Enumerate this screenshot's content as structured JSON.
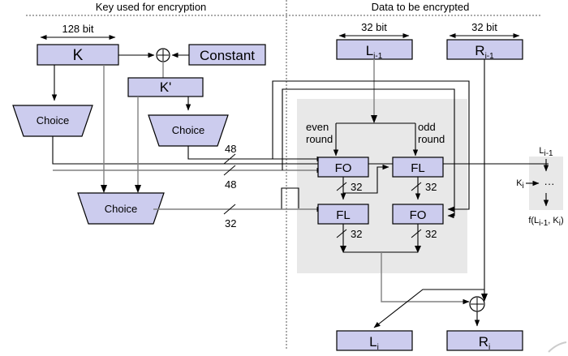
{
  "headers": {
    "left": "Key used for encryption",
    "right": "Data to be encrypted"
  },
  "dimensions": {
    "key_width": "128 bit",
    "left_half": "32 bit",
    "right_half": "32 bit"
  },
  "key_section": {
    "key_box": "K",
    "constant_box": "Constant",
    "kprime_box": "K'",
    "xor_symbol": "+",
    "choice_1": "Choice",
    "choice_2": "Choice",
    "choice_3": "Choice",
    "bus_labels": {
      "upper_48": "48",
      "lower_48": "48",
      "bus_32": "32"
    }
  },
  "data_section": {
    "left_input": "L",
    "left_input_sub": "i-1",
    "right_input": "R",
    "right_input_sub": "i-1",
    "round_labels": {
      "even_line1": "even",
      "even_line2": "round",
      "odd_line1": "odd",
      "odd_line2": "round"
    },
    "functions": {
      "even_top": "FO",
      "even_bottom": "FL",
      "odd_top": "FL",
      "odd_bottom": "FO"
    },
    "widths": {
      "even_top_out": "32",
      "odd_top_out": "32",
      "even_bottom_out": "32",
      "odd_bottom_out": "32"
    },
    "xor_symbol": "+",
    "left_output": "L",
    "left_output_sub": "i",
    "right_output": "R",
    "right_output_sub": "i"
  },
  "legend": {
    "input_label": "L",
    "input_sub": "i-1",
    "key_label": "K",
    "key_sub": "i",
    "body": "···",
    "output_prefix": "f(L",
    "output_sub1": "i-1",
    "output_mid": ", K",
    "output_sub2": "i",
    "output_suffix": ")"
  },
  "colors": {
    "box_fill": "#ccccee",
    "box_stroke": "#000000",
    "gray_region": "#e8e8e8",
    "wire_gray": "#808080",
    "background": "#ffffff"
  }
}
